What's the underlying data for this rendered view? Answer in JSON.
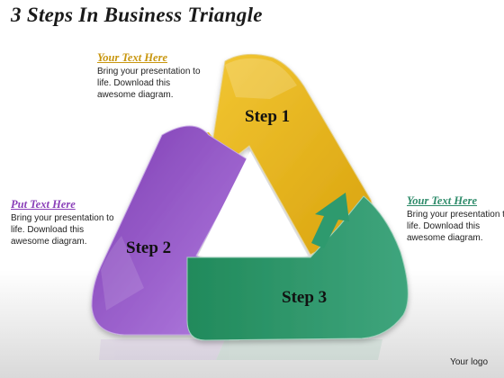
{
  "title": "3 Steps In Business Triangle",
  "steps": [
    {
      "label": "Step 1",
      "color": "#E5B419"
    },
    {
      "label": "Step 2",
      "color": "#9B5FD0"
    },
    {
      "label": "Step 3",
      "color": "#2E9A6E"
    }
  ],
  "notes": {
    "top": {
      "heading": "Your Text Here",
      "body": "Bring your presentation to life. Download this awesome diagram.",
      "color": "#C8960E"
    },
    "left": {
      "heading": "Put Text Here",
      "body": "Bring your presentation to life. Download this awesome diagram.",
      "color": "#8A3FB8"
    },
    "right": {
      "heading": "Your Text Here",
      "body": "Bring your presentation to life. Download this awesome diagram.",
      "color": "#2E8B6A"
    }
  },
  "footer": {
    "logo": "Your logo"
  }
}
